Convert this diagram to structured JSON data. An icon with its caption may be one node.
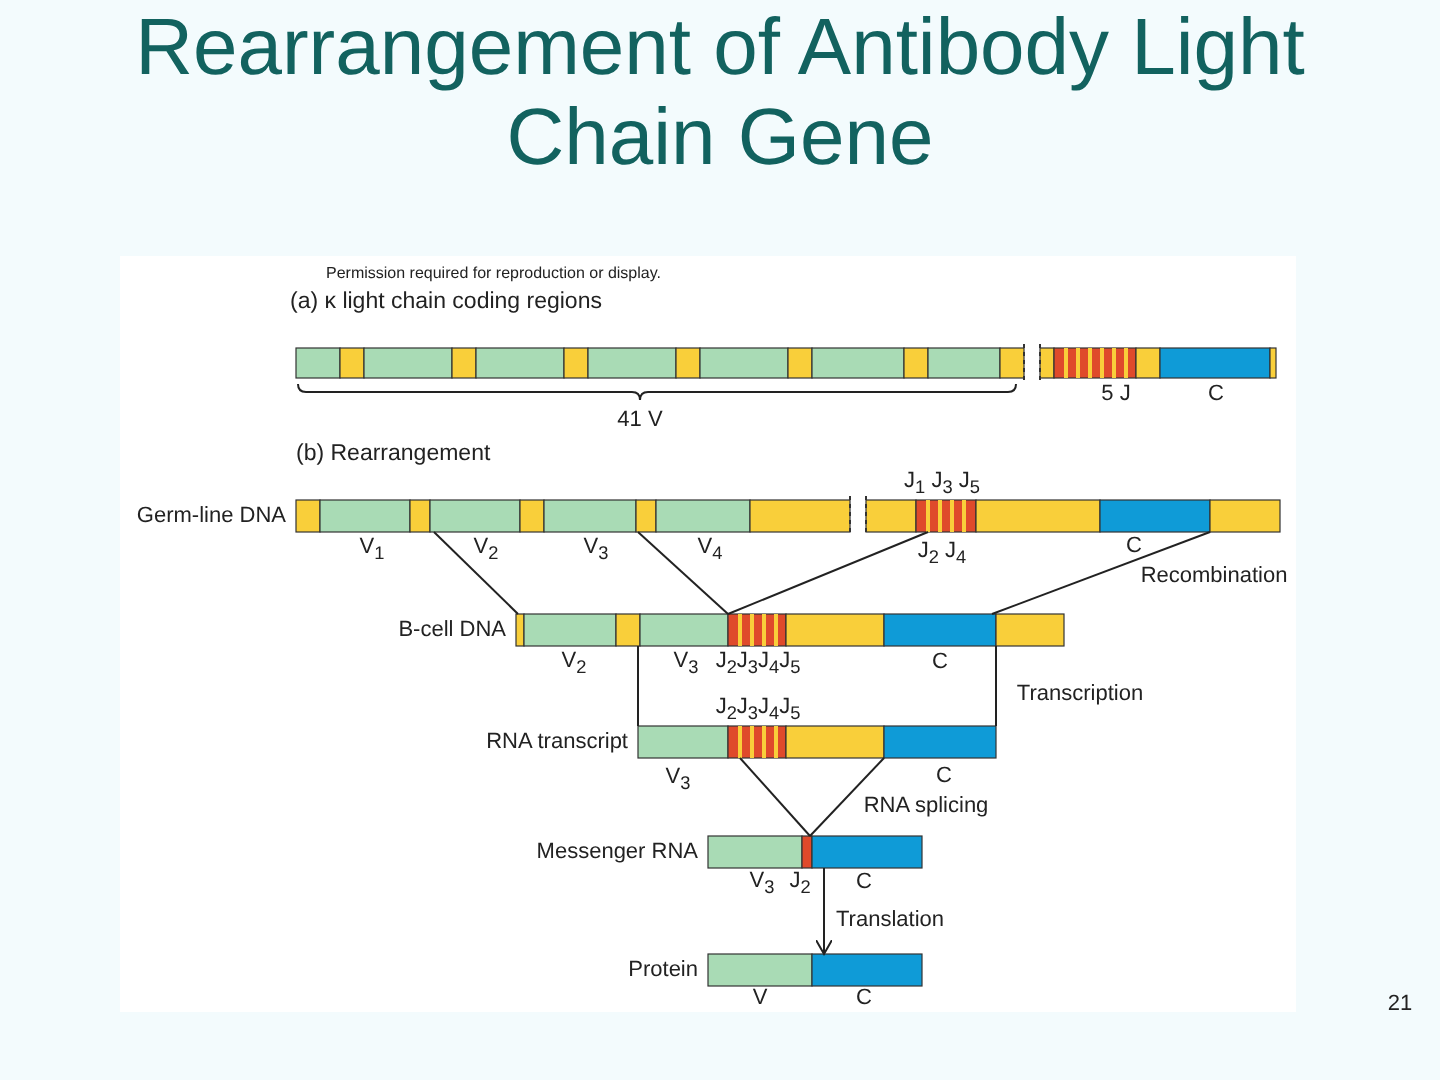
{
  "diagram": {
    "title": "Rearrangement of Antibody Light Chain Gene",
    "nodes": [
      {
        "text": [],
        "shape": "bar"
      },
      {
        "text": [],
        "shape": "bar",
        "beside": [
          "Germ-line DNA"
        ]
      },
      {
        "text": [],
        "shape": "bar",
        "beside": [
          "B-cell DNA"
        ]
      },
      {
        "text": [],
        "shape": "bar",
        "beside": [
          "RNA transcript"
        ]
      },
      {
        "text": [],
        "shape": "bar",
        "beside": [
          "Messenger RNA"
        ]
      },
      {
        "text": [],
        "shape": "bar",
        "beside": [
          "Protein"
        ]
      }
    ],
    "edges": [
      {
        "from": 1,
        "to": 2,
        "arrow": "none"
      },
      {
        "from": 1,
        "to": 2,
        "arrow": "none"
      },
      {
        "from": 1,
        "to": 2,
        "arrow": "none"
      },
      {
        "from": 1,
        "to": 2,
        "arrow": "none"
      },
      {
        "from": 2,
        "to": 3,
        "arrow": "none"
      },
      {
        "from": 2,
        "to": 3,
        "arrow": "none"
      },
      {
        "from": 3,
        "to": 4,
        "arrow": "none"
      },
      {
        "from": 3,
        "to": 4,
        "arrow": "none"
      },
      {
        "from": 4,
        "to": 5,
        "arrow": "to",
        "label": "Translation"
      }
    ],
    "labels": [
      "Permission required for reproduction or display.",
      "(a) κ light chain coding regions",
      "41 V",
      "5 J",
      "C",
      "(b) Rearrangement",
      "J$_{1}$ J$_{3}$ J$_{5}$",
      "V$_{1}$",
      "V$_{2}$",
      "V$_{3}$",
      "V$_{4}$",
      "J$_{2}$ J$_{4}$",
      "C",
      "Recombination",
      "V$_{2}$",
      "V$_{3}$",
      "J$_{2}$J$_{3}$J$_{4}$J$_{5}$",
      "C",
      "Transcription",
      "J$_{2}$J$_{3}$J$_{4}$J$_{5}$",
      "V$_{3}$",
      "C",
      "RNA splicing",
      "V$_{3}$",
      "J$_{2}$",
      "C",
      "V",
      "C",
      "21"
    ]
  }
}
